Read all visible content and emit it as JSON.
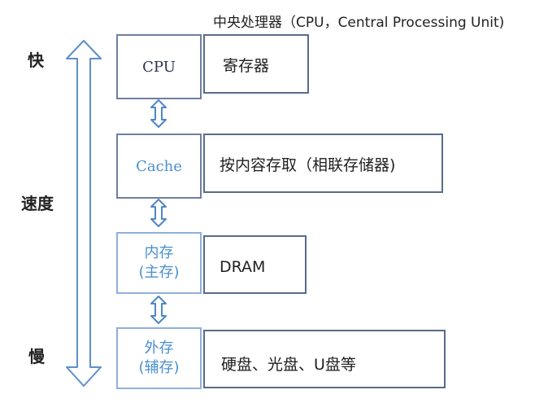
{
  "caption": "中央处理器（CPU，Central Processing Unit)",
  "speed": {
    "fast": "快",
    "label": "速度",
    "slow": "慢"
  },
  "levels": [
    {
      "left": "CPU",
      "left_line2": "",
      "right": "寄存器"
    },
    {
      "left": "Cache",
      "left_line2": "",
      "right": "按内容存取（相联存储器)"
    },
    {
      "left": "内存",
      "left_line2": "(主存)",
      "right": "DRAM"
    },
    {
      "left": "外存",
      "left_line2": "(辅存)",
      "right": "硬盘、光盘、U盘等"
    }
  ],
  "colors": {
    "arrow": "#5d90c9",
    "box_border": "#5a6b8a",
    "blue_text": "#4a8fce"
  }
}
